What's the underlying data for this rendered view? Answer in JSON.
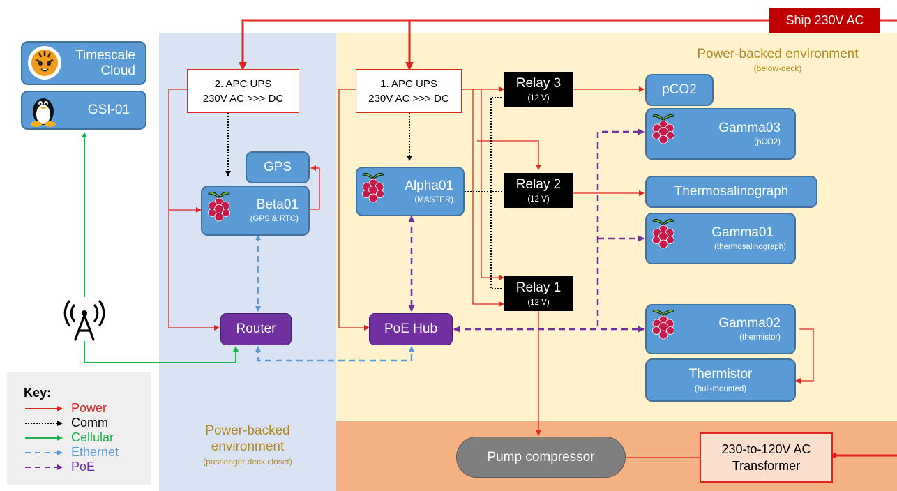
{
  "zones": {
    "closet_title": "Power-backed environment",
    "closet_sub": "(passenger deck closet)",
    "below_title": "Power-backed environment",
    "below_sub": "(below-deck)"
  },
  "ship_power": "Ship 230V AC",
  "cloud": {
    "timescale_line1": "Timescale",
    "timescale_line2": "Cloud",
    "gsi": "GSI-01"
  },
  "ups2": {
    "line1": "2. APC UPS",
    "line2": "230V AC >>> DC"
  },
  "ups1": {
    "line1": "1. APC UPS",
    "line2": "230V AC >>> DC"
  },
  "gps": "GPS",
  "beta": {
    "name": "Beta01",
    "sub": "(GPS & RTC)"
  },
  "alpha": {
    "name": "Alpha01",
    "sub": "(MASTER)"
  },
  "relays": {
    "r3": {
      "name": "Relay 3",
      "volt": "(12 V)"
    },
    "r2": {
      "name": "Relay 2",
      "volt": "(12 V)"
    },
    "r1": {
      "name": "Relay 1",
      "volt": "(12 V)"
    }
  },
  "pco2": "pCO2",
  "gamma03": {
    "name": "Gamma03",
    "sub": "(pCO2)"
  },
  "thermosalinograph": "Thermosalinograph",
  "gamma01": {
    "name": "Gamma01",
    "sub": "(thermosalinograph)"
  },
  "gamma02": {
    "name": "Gamma02",
    "sub": "(thermistor)"
  },
  "thermistor": {
    "name": "Thermistor",
    "sub": "(hull-mounted)"
  },
  "router": "Router",
  "poe_hub": "PoE Hub",
  "pump": "Pump compressor",
  "transformer": {
    "line1": "230-to-120V AC",
    "line2": "Transformer"
  },
  "key": {
    "title": "Key:",
    "items": [
      {
        "label": "Power",
        "color": "#e0241e"
      },
      {
        "label": "Comm",
        "color": "#000000"
      },
      {
        "label": "Cellular",
        "color": "#20b050"
      },
      {
        "label": "Ethernet",
        "color": "#5b9bd5"
      },
      {
        "label": "PoE",
        "color": "#7030a0"
      }
    ]
  },
  "colors": {
    "power": "#e0241e",
    "comm": "#000000",
    "cellular": "#20b050",
    "ethernet": "#5b9bd5",
    "poe": "#7030a0",
    "node": "#5b9bd5",
    "hub": "#7030a0"
  },
  "icons": {
    "raspberry_pi": "raspberry-pi-icon",
    "linux": "tux-icon",
    "timescale": "tiger-icon",
    "antenna": "cell-tower-icon"
  }
}
